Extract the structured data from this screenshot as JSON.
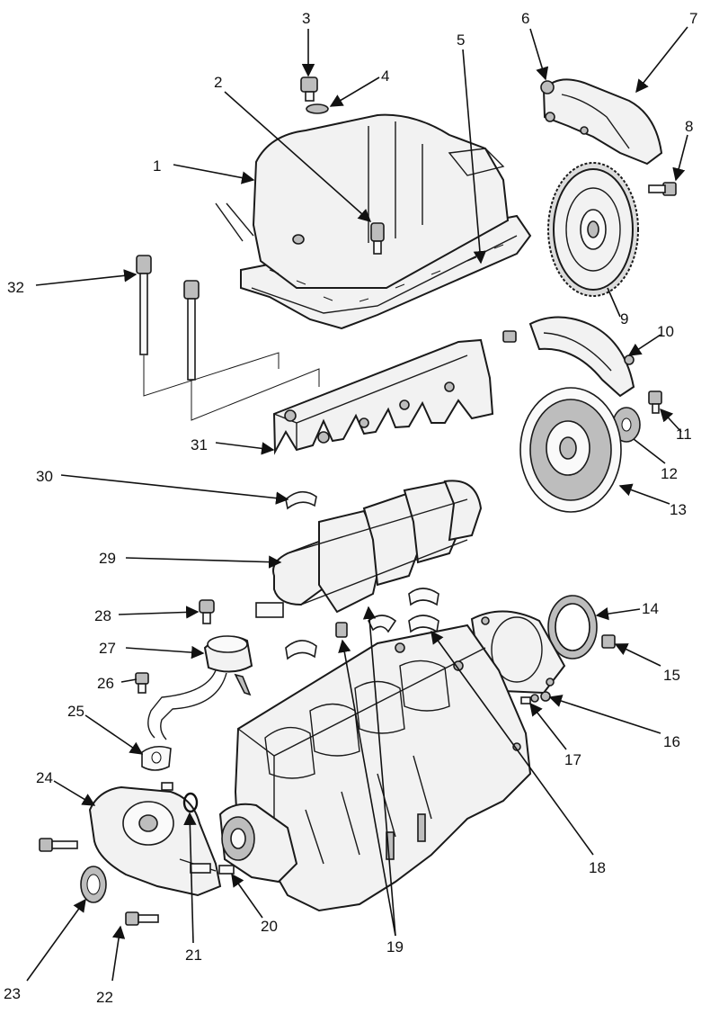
{
  "callouts": [
    {
      "n": "1"
    },
    {
      "n": "2"
    },
    {
      "n": "3"
    },
    {
      "n": "4"
    },
    {
      "n": "5"
    },
    {
      "n": "6"
    },
    {
      "n": "7"
    },
    {
      "n": "8"
    },
    {
      "n": "9"
    },
    {
      "n": "10"
    },
    {
      "n": "11"
    },
    {
      "n": "12"
    },
    {
      "n": "13"
    },
    {
      "n": "14"
    },
    {
      "n": "15"
    },
    {
      "n": "16"
    },
    {
      "n": "17"
    },
    {
      "n": "18"
    },
    {
      "n": "19"
    },
    {
      "n": "20"
    },
    {
      "n": "21"
    },
    {
      "n": "22"
    },
    {
      "n": "23"
    },
    {
      "n": "24"
    },
    {
      "n": "25"
    },
    {
      "n": "26"
    },
    {
      "n": "27"
    },
    {
      "n": "28"
    },
    {
      "n": "29"
    },
    {
      "n": "30"
    },
    {
      "n": "31"
    },
    {
      "n": "32"
    }
  ]
}
